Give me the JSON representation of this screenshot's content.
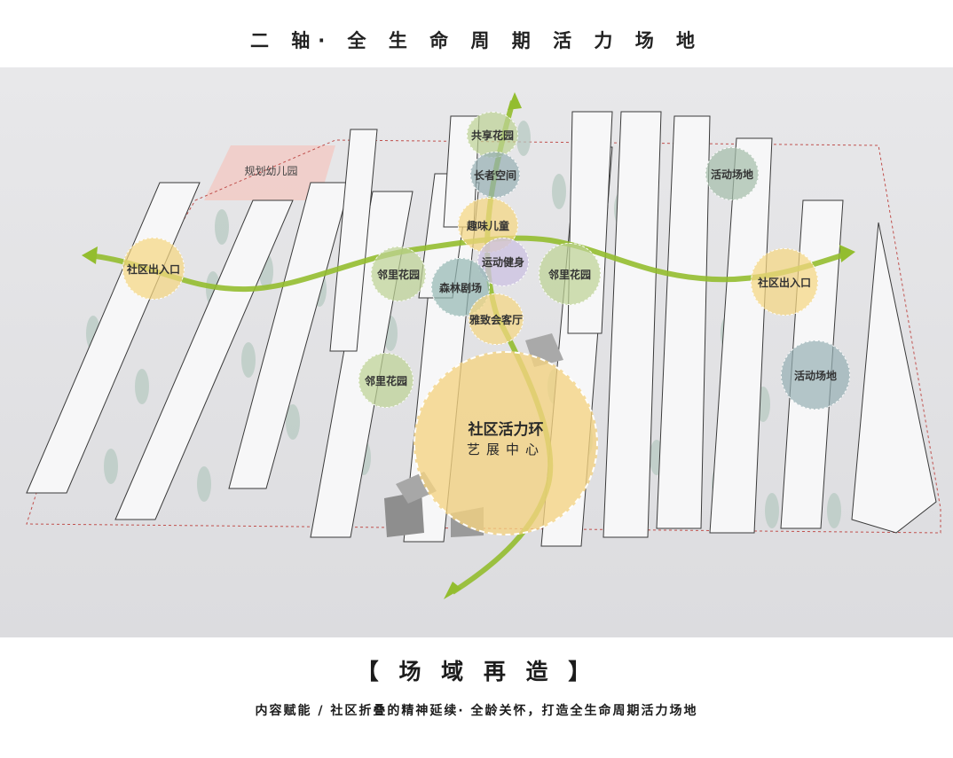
{
  "header": {
    "title": "二 轴· 全 生 命 周 期 活 力 场 地"
  },
  "plan": {
    "kindergarten_label": "规划幼儿园",
    "hub": {
      "title": "社区活力环",
      "subtitle": "艺展中心"
    },
    "zones": {
      "shared_garden": "共享花园",
      "elderly_space": "长者空间",
      "kids_fun": "趣味儿童",
      "sports_fitness": "运动健身",
      "forest_theater": "森林剧场",
      "elegant_lounge": "雅致会客厅",
      "entrance_west": "社区出入口",
      "entrance_east": "社区出入口",
      "neighbor_garden_1": "邻里花园",
      "neighbor_garden_2": "邻里花园",
      "neighbor_garden_3": "邻里花园",
      "activity_area_1": "活动场地",
      "activity_area_2": "活动场地"
    },
    "colors": {
      "axis_green": "#93bd2f",
      "zone_yellow": "#f5d782",
      "zone_green": "#bed296",
      "zone_purple": "#cdc3e1",
      "zone_slate": "#96afb4",
      "kindergarten_pink": "#f2c9c3"
    }
  },
  "footer": {
    "heading": "【 场 域 再 造 】",
    "caption": "内容赋能 / 社区折叠的精神延续· 全龄关怀，打造全生命周期活力场地"
  }
}
